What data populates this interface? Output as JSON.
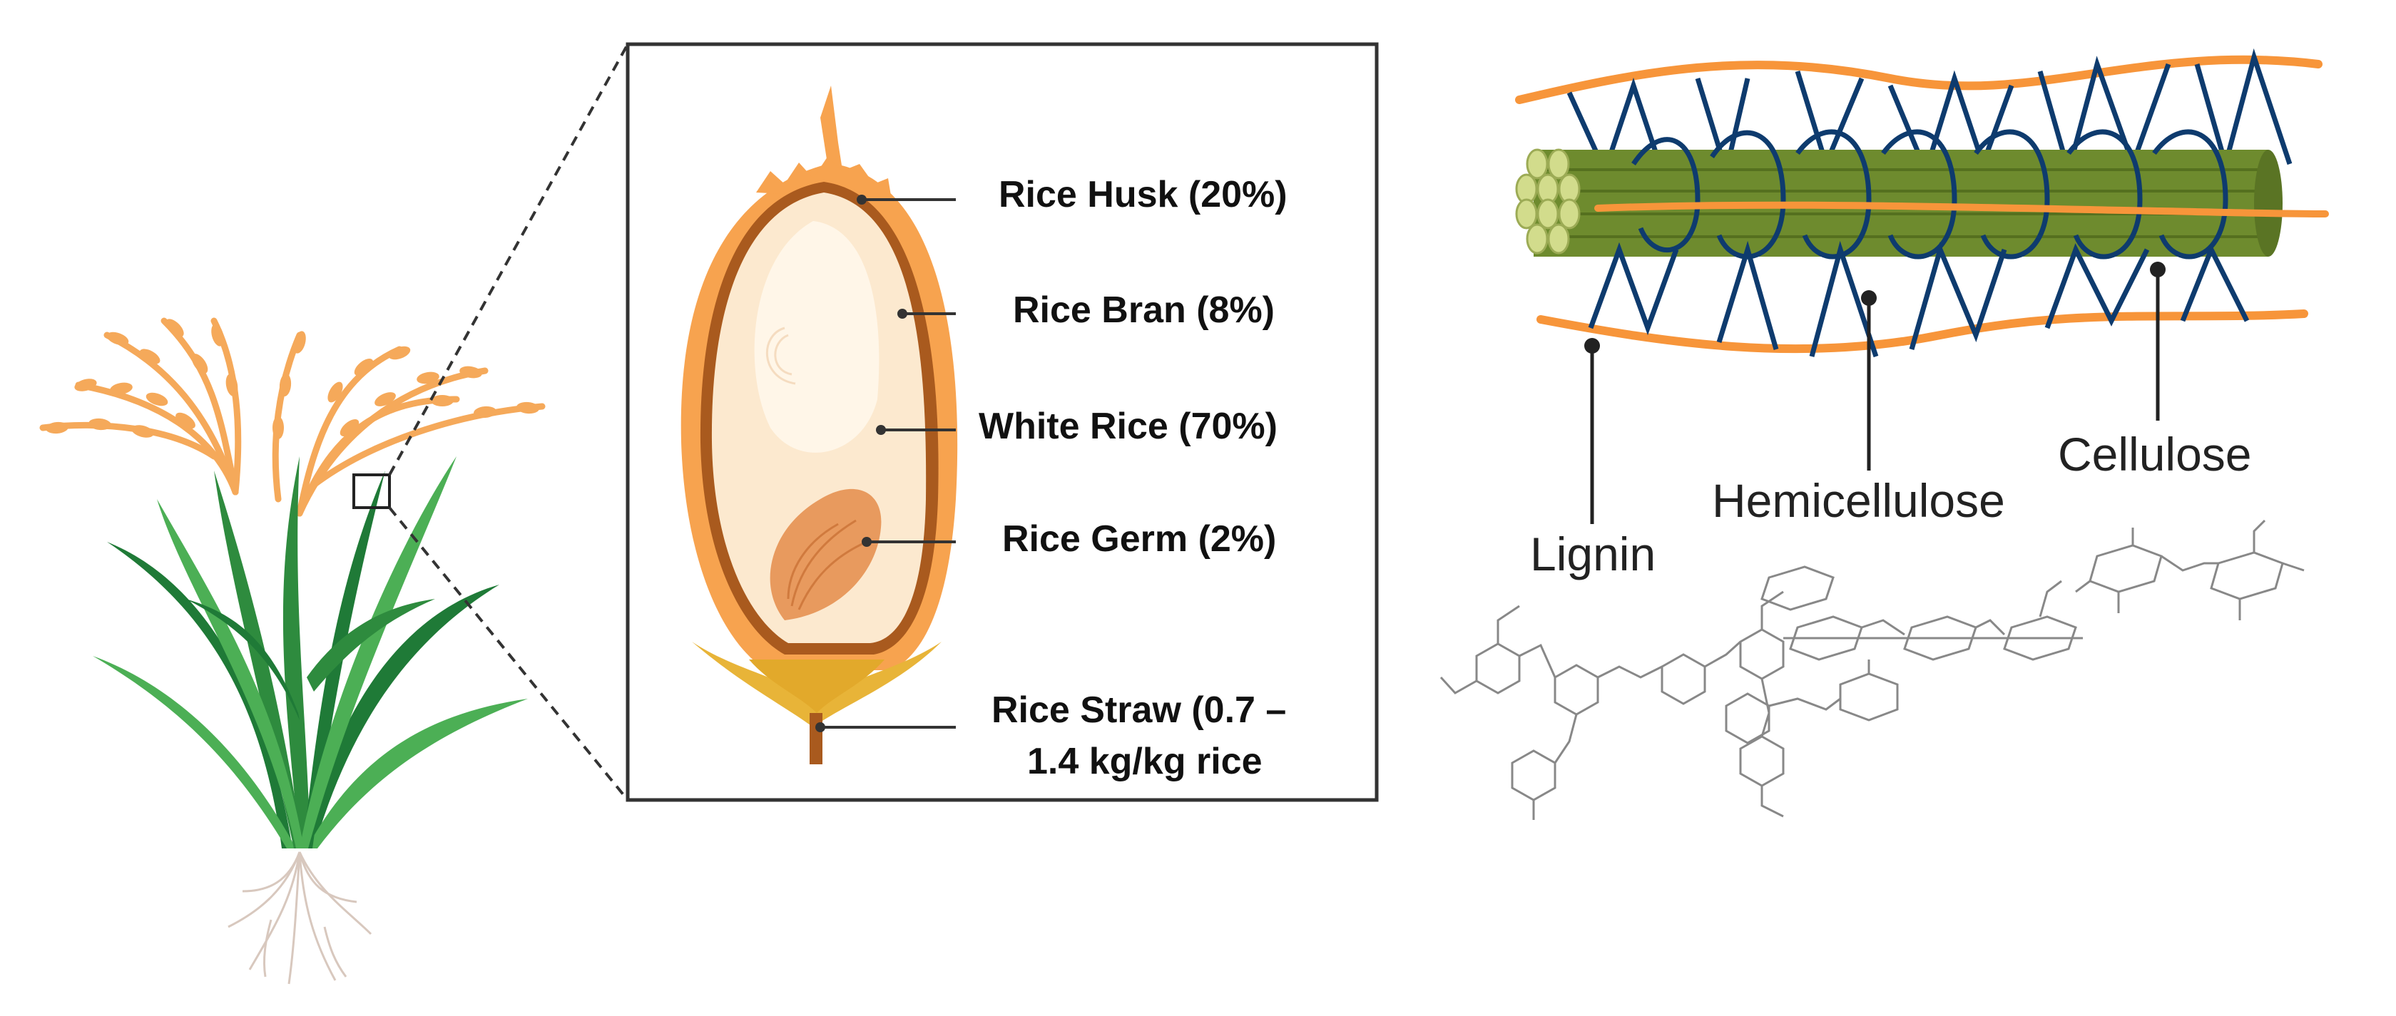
{
  "grain_labels": {
    "husk": "Rice Husk (20%)",
    "bran": "Rice Bran (8%)",
    "white_rice": "White  Rice (70%)",
    "germ": "Rice Germ (2%)",
    "straw_line1": "Rice Straw (0.7 –",
    "straw_line2": "1.4 kg/kg rice"
  },
  "fiber_labels": {
    "lignin": "Lignin",
    "hemicellulose": "Hemicellulose",
    "cellulose": "Cellulose"
  },
  "colors": {
    "husk_orange": "#F7A34F",
    "bran_brown": "#A95A1E",
    "endosperm": "#FCE9CF",
    "germ": "#E89A5E",
    "leaf_dark": "#1F7A37",
    "leaf_light": "#4CAF55",
    "panicle": "#F5A95A",
    "fiber_green": "#6E8B2E",
    "fiber_tip": "#D2DC8C",
    "hemi_blue": "#0E3B6E",
    "lignin_orange": "#F7953A"
  }
}
